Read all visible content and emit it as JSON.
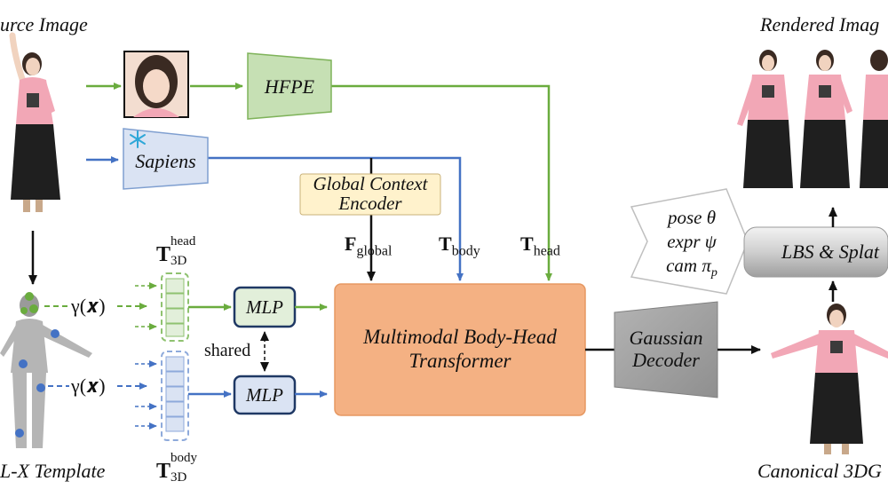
{
  "labels": {
    "source_image": "urce Image",
    "rendered_images": "Rendered Imag",
    "template": "L-X Template",
    "canonical": "Canonical 3DG"
  },
  "modules": {
    "hfpe": "HFPE",
    "sapiens": "Sapiens",
    "global_context_line1": "Global Context",
    "global_context_line2": "Encoder",
    "mlp_top": "MLP",
    "mlp_bottom": "MLP",
    "transformer_line1": "Multimodal Body-Head",
    "transformer_line2": "Transformer",
    "gaussian_line1": "Gaussian",
    "gaussian_line2": "Decoder",
    "lbs": "LBS & Splat"
  },
  "tokens": {
    "f_global": "F",
    "f_global_sub": "global",
    "t_body": "T",
    "t_body_sub": "body",
    "t_head": "T",
    "t_head_sub": "head",
    "t3d_head": "T",
    "t3d_head_sup": "head",
    "t3d_head_sub": "3D",
    "t3d_body": "T",
    "t3d_body_sup": "body",
    "t3d_body_sub": "3D"
  },
  "encoding": {
    "gamma_top": "γ(𝒙)",
    "gamma_bottom": "γ(𝒙)",
    "shared": "shared"
  },
  "params": {
    "pose": "pose θ",
    "expr": "expr ψ",
    "cam": "cam π",
    "cam_sub": "p"
  },
  "colors": {
    "green": "#6aac3e",
    "blue": "#4472c4",
    "black": "#111111",
    "hfpe_fill": "#c6e0b4",
    "sapiens_fill": "#dae3f3",
    "global_fill": "#fff2cc",
    "transformer_fill": "#f4b183",
    "decoder_fill": "#a6a6a6",
    "mlp_fill": "#e2efda",
    "lbs_fill": "#d9d9d9"
  }
}
